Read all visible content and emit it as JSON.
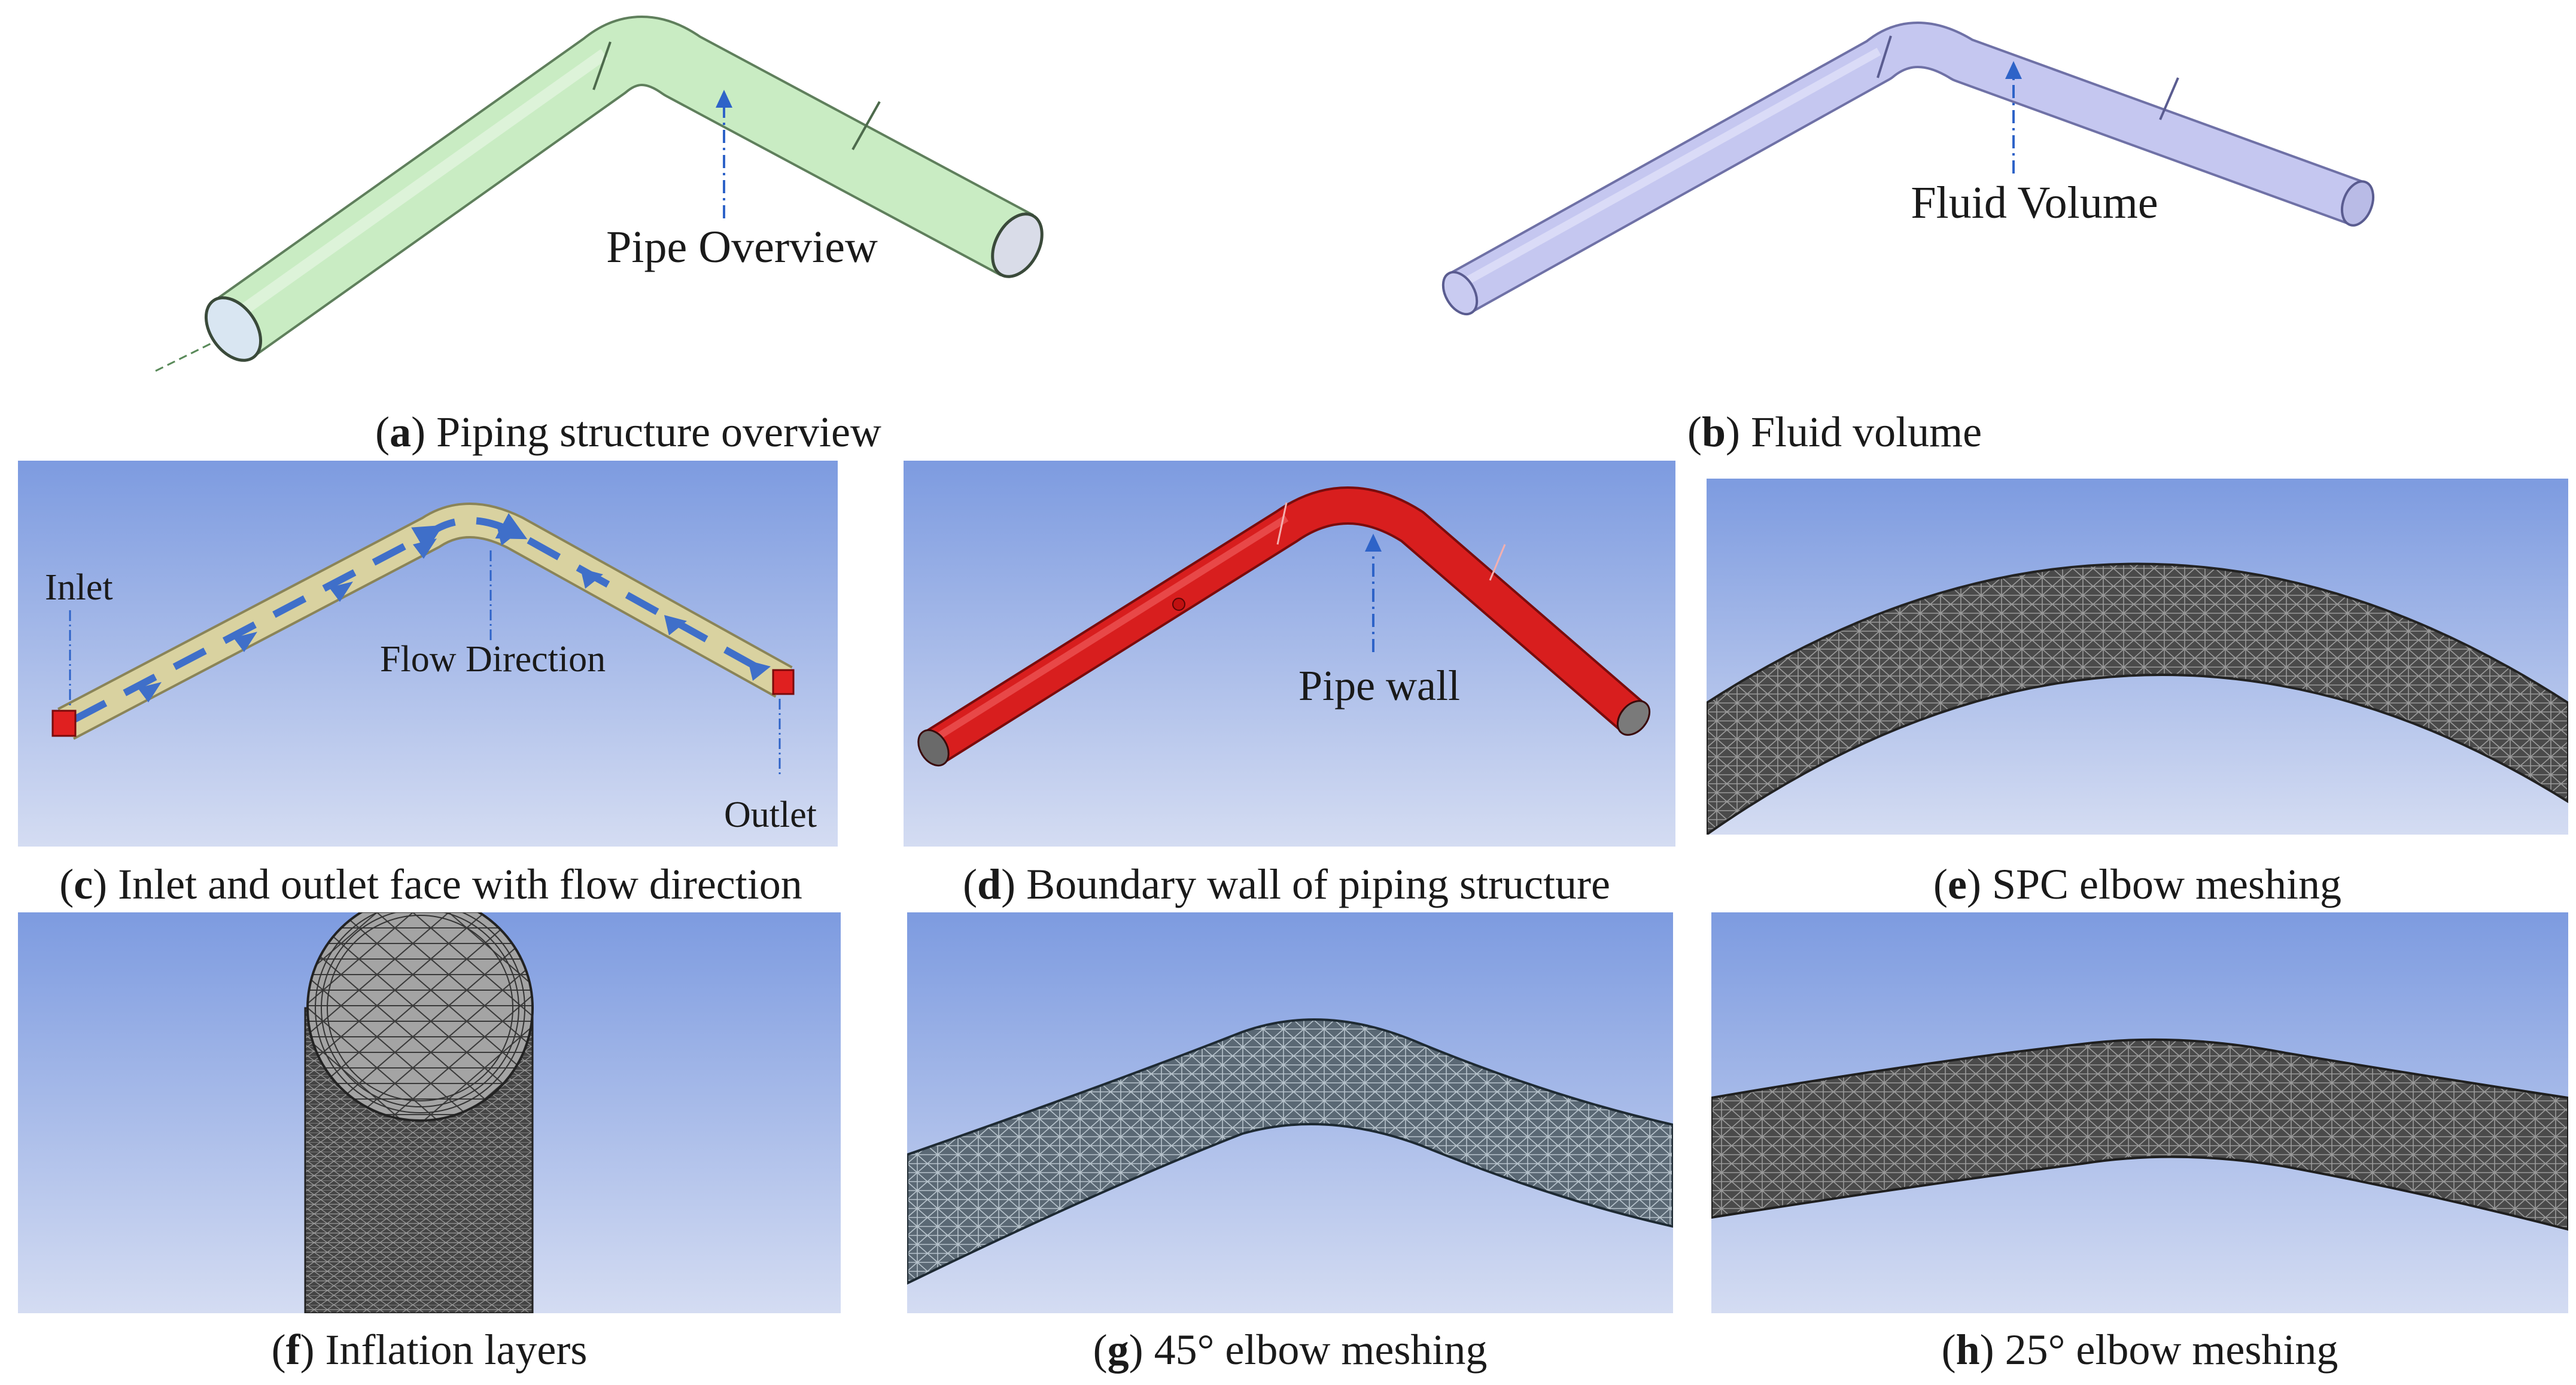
{
  "panels": {
    "a": {
      "letter": "a",
      "caption": "Piping structure overview",
      "annotation": "Pipe Overview",
      "pipe_color": "#c9ecc3"
    },
    "b": {
      "letter": "b",
      "caption": "Fluid volume",
      "annotation": "Fluid Volume",
      "pipe_color": "#c5c7f0"
    },
    "c": {
      "letter": "c",
      "caption": "Inlet and outlet face with flow direction",
      "label_inlet": "Inlet",
      "label_flow": "Flow Direction",
      "label_outlet": "Outlet",
      "pipe_color": "#d9d2a0",
      "arrow_color": "#3f6fc9",
      "face_color": "#e02020"
    },
    "d": {
      "letter": "d",
      "caption": "Boundary wall of piping structure",
      "annotation": "Pipe wall",
      "pipe_color": "#d81e1e"
    },
    "e": {
      "letter": "e",
      "caption": "SPC elbow meshing"
    },
    "f": {
      "letter": "f",
      "caption": "Inflation layers"
    },
    "g": {
      "letter": "g",
      "caption": "45° elbow meshing"
    },
    "h": {
      "letter": "h",
      "caption": "25° elbow meshing"
    }
  },
  "colors": {
    "background_top": "#7d9be0",
    "background_bottom": "#d4dcf2",
    "mesh_dark": "#3d3d3d",
    "mesh_blue": "#51606b",
    "annotation_arrow": "#2e63c8"
  }
}
